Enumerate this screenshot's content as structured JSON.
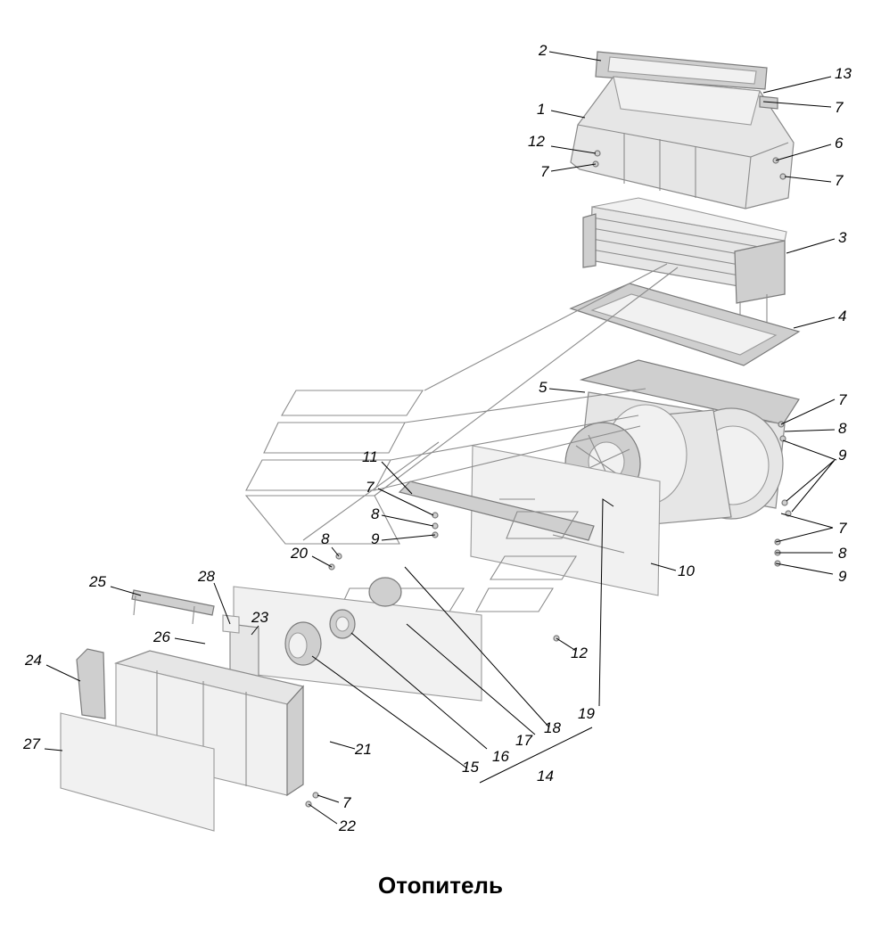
{
  "caption": "Отопитель",
  "callouts": {
    "c2": "2",
    "c13": "13",
    "c1": "1",
    "c7a": "7",
    "c12a": "12",
    "c6": "6",
    "c7b": "7",
    "c7c": "7",
    "c3": "3",
    "c4": "4",
    "c5": "5",
    "c7d": "7",
    "c8a": "8",
    "c9a": "9",
    "c11": "11",
    "c7e": "7",
    "c8b": "8",
    "c9b": "9",
    "c7f": "7",
    "c8c": "8",
    "c9c": "9",
    "c8d": "8",
    "c20": "20",
    "c10": "10",
    "c25": "25",
    "c28": "28",
    "c23": "23",
    "c26": "26",
    "c12b": "12",
    "c24": "24",
    "c19": "19",
    "c27": "27",
    "c18": "18",
    "c21": "21",
    "c17": "17",
    "c16": "16",
    "c15": "15",
    "c14": "14",
    "c7g": "7",
    "c22": "22"
  }
}
